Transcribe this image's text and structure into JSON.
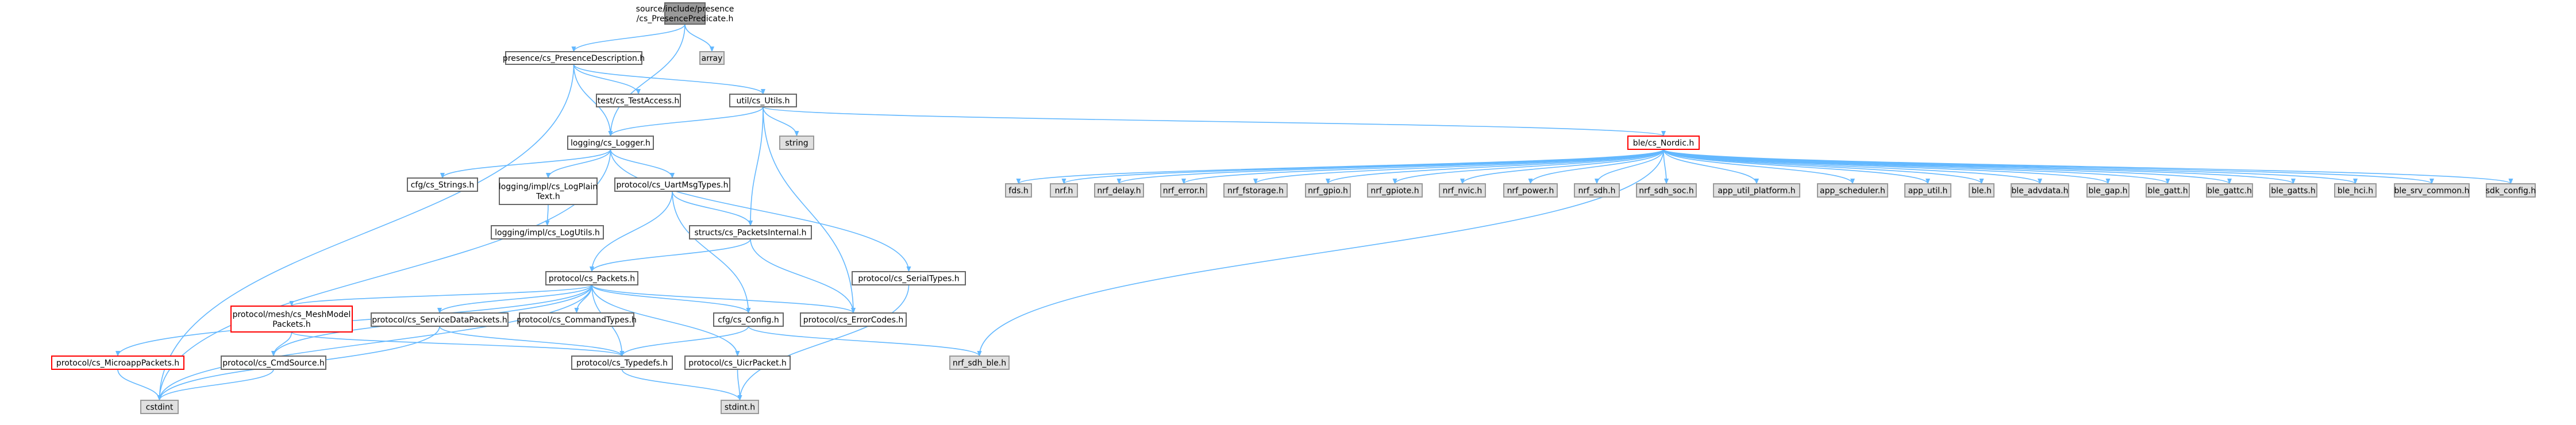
{
  "diagram": {
    "type": "include-dependency-graph",
    "colors": {
      "edge": "#63b8ff",
      "root_fill": "#999999",
      "root_border": "#666666",
      "doc_fill": "#ffffff",
      "doc_border": "#666666",
      "sys_fill": "#e0e0e0",
      "sys_border": "#999999",
      "red_border": "#ff0000"
    },
    "nodes": [
      {
        "id": "root",
        "kind": "root",
        "lines": [
          "source/include/presence",
          "/cs_PresencePredicate.h"
        ]
      },
      {
        "id": "array",
        "kind": "sys",
        "lines": [
          "array"
        ]
      },
      {
        "id": "presdesc",
        "kind": "doc",
        "lines": [
          "presence/cs_PresenceDescription.h"
        ]
      },
      {
        "id": "testaccess",
        "kind": "doc",
        "lines": [
          "test/cs_TestAccess.h"
        ]
      },
      {
        "id": "utils",
        "kind": "doc",
        "lines": [
          "util/cs_Utils.h"
        ]
      },
      {
        "id": "logger",
        "kind": "doc",
        "lines": [
          "logging/cs_Logger.h"
        ]
      },
      {
        "id": "string",
        "kind": "sys",
        "lines": [
          "string"
        ]
      },
      {
        "id": "nordic",
        "kind": "red",
        "lines": [
          "ble/cs_Nordic.h"
        ]
      },
      {
        "id": "strings",
        "kind": "doc",
        "lines": [
          "cfg/cs_Strings.h"
        ]
      },
      {
        "id": "logplain",
        "kind": "doc",
        "lines": [
          "logging/impl/cs_LogPlain",
          "Text.h"
        ]
      },
      {
        "id": "logutils",
        "kind": "doc",
        "lines": [
          "logging/impl/cs_LogUtils.h"
        ]
      },
      {
        "id": "uartmsg",
        "kind": "doc",
        "lines": [
          "protocol/cs_UartMsgTypes.h"
        ]
      },
      {
        "id": "pktinternal",
        "kind": "doc",
        "lines": [
          "structs/cs_PacketsInternal.h"
        ]
      },
      {
        "id": "serialtypes",
        "kind": "doc",
        "lines": [
          "protocol/cs_SerialTypes.h"
        ]
      },
      {
        "id": "packets",
        "kind": "doc",
        "lines": [
          "protocol/cs_Packets.h"
        ]
      },
      {
        "id": "meshmodel",
        "kind": "red",
        "lines": [
          "protocol/mesh/cs_MeshModel",
          "Packets.h"
        ]
      },
      {
        "id": "svcdata",
        "kind": "doc",
        "lines": [
          "protocol/cs_ServiceDataPackets.h"
        ]
      },
      {
        "id": "cmdtypes",
        "kind": "doc",
        "lines": [
          "protocol/cs_CommandTypes.h"
        ]
      },
      {
        "id": "config",
        "kind": "doc",
        "lines": [
          "cfg/cs_Config.h"
        ]
      },
      {
        "id": "errorcodes",
        "kind": "doc",
        "lines": [
          "protocol/cs_ErrorCodes.h"
        ]
      },
      {
        "id": "microapp",
        "kind": "red",
        "lines": [
          "protocol/cs_MicroappPackets.h"
        ]
      },
      {
        "id": "cmdsource",
        "kind": "doc",
        "lines": [
          "protocol/cs_CmdSource.h"
        ]
      },
      {
        "id": "typedefs",
        "kind": "doc",
        "lines": [
          "protocol/cs_Typedefs.h"
        ]
      },
      {
        "id": "uicr",
        "kind": "doc",
        "lines": [
          "protocol/cs_UicrPacket.h"
        ]
      },
      {
        "id": "cstdint",
        "kind": "sys",
        "lines": [
          "cstdint"
        ]
      },
      {
        "id": "stdint",
        "kind": "sys",
        "lines": [
          "stdint.h"
        ]
      },
      {
        "id": "nrfsdhble",
        "kind": "sys",
        "lines": [
          "nrf_sdh_ble.h"
        ]
      },
      {
        "id": "fds",
        "kind": "sys",
        "lines": [
          "fds.h"
        ]
      },
      {
        "id": "nrf",
        "kind": "sys",
        "lines": [
          "nrf.h"
        ]
      },
      {
        "id": "nrfdelay",
        "kind": "sys",
        "lines": [
          "nrf_delay.h"
        ]
      },
      {
        "id": "nrferror",
        "kind": "sys",
        "lines": [
          "nrf_error.h"
        ]
      },
      {
        "id": "nrffstorage",
        "kind": "sys",
        "lines": [
          "nrf_fstorage.h"
        ]
      },
      {
        "id": "nrfgpio",
        "kind": "sys",
        "lines": [
          "nrf_gpio.h"
        ]
      },
      {
        "id": "nrfgpiote",
        "kind": "sys",
        "lines": [
          "nrf_gpiote.h"
        ]
      },
      {
        "id": "nrfnvic",
        "kind": "sys",
        "lines": [
          "nrf_nvic.h"
        ]
      },
      {
        "id": "nrfpower",
        "kind": "sys",
        "lines": [
          "nrf_power.h"
        ]
      },
      {
        "id": "nrfsdh",
        "kind": "sys",
        "lines": [
          "nrf_sdh.h"
        ]
      },
      {
        "id": "nrfsdhsoc",
        "kind": "sys",
        "lines": [
          "nrf_sdh_soc.h"
        ]
      },
      {
        "id": "apputilplat",
        "kind": "sys",
        "lines": [
          "app_util_platform.h"
        ]
      },
      {
        "id": "appsched",
        "kind": "sys",
        "lines": [
          "app_scheduler.h"
        ]
      },
      {
        "id": "apputil",
        "kind": "sys",
        "lines": [
          "app_util.h"
        ]
      },
      {
        "id": "ble",
        "kind": "sys",
        "lines": [
          "ble.h"
        ]
      },
      {
        "id": "bleadv",
        "kind": "sys",
        "lines": [
          "ble_advdata.h"
        ]
      },
      {
        "id": "blegap",
        "kind": "sys",
        "lines": [
          "ble_gap.h"
        ]
      },
      {
        "id": "blegatt",
        "kind": "sys",
        "lines": [
          "ble_gatt.h"
        ]
      },
      {
        "id": "blegattc",
        "kind": "sys",
        "lines": [
          "ble_gattc.h"
        ]
      },
      {
        "id": "blegatts",
        "kind": "sys",
        "lines": [
          "ble_gatts.h"
        ]
      },
      {
        "id": "blehci",
        "kind": "sys",
        "lines": [
          "ble_hci.h"
        ]
      },
      {
        "id": "blesrv",
        "kind": "sys",
        "lines": [
          "ble_srv_common.h"
        ]
      },
      {
        "id": "sdkconfig",
        "kind": "sys",
        "lines": [
          "sdk_config.h"
        ]
      }
    ],
    "edges": [
      [
        "root",
        "presdesc"
      ],
      [
        "root",
        "array"
      ],
      [
        "root",
        "logger"
      ],
      [
        "presdesc",
        "testaccess"
      ],
      [
        "presdesc",
        "utils"
      ],
      [
        "presdesc",
        "logger"
      ],
      [
        "presdesc",
        "cstdint"
      ],
      [
        "utils",
        "logger"
      ],
      [
        "utils",
        "string"
      ],
      [
        "utils",
        "nordic"
      ],
      [
        "utils",
        "pktinternal"
      ],
      [
        "utils",
        "errorcodes"
      ],
      [
        "logger",
        "strings"
      ],
      [
        "logger",
        "logplain"
      ],
      [
        "logger",
        "uartmsg"
      ],
      [
        "logger",
        "serialtypes"
      ],
      [
        "logger",
        "cstdint"
      ],
      [
        "logplain",
        "logutils"
      ],
      [
        "uartmsg",
        "pktinternal"
      ],
      [
        "uartmsg",
        "packets"
      ],
      [
        "uartmsg",
        "config"
      ],
      [
        "pktinternal",
        "packets"
      ],
      [
        "pktinternal",
        "errorcodes"
      ],
      [
        "serialtypes",
        "stdint"
      ],
      [
        "packets",
        "microapp"
      ],
      [
        "packets",
        "cmdsource"
      ],
      [
        "packets",
        "meshmodel"
      ],
      [
        "packets",
        "svcdata"
      ],
      [
        "packets",
        "cmdtypes"
      ],
      [
        "packets",
        "config"
      ],
      [
        "packets",
        "errorcodes"
      ],
      [
        "packets",
        "typedefs"
      ],
      [
        "packets",
        "uicr"
      ],
      [
        "packets",
        "cstdint"
      ],
      [
        "meshmodel",
        "cmdsource"
      ],
      [
        "meshmodel",
        "typedefs"
      ],
      [
        "svcdata",
        "typedefs"
      ],
      [
        "svcdata",
        "cstdint"
      ],
      [
        "config",
        "typedefs"
      ],
      [
        "config",
        "nrfsdhble"
      ],
      [
        "microapp",
        "cstdint"
      ],
      [
        "cmdsource",
        "cstdint"
      ],
      [
        "typedefs",
        "stdint"
      ],
      [
        "uicr",
        "stdint"
      ],
      [
        "nordic",
        "fds"
      ],
      [
        "nordic",
        "nrf"
      ],
      [
        "nordic",
        "nrfdelay"
      ],
      [
        "nordic",
        "nrferror"
      ],
      [
        "nordic",
        "nrffstorage"
      ],
      [
        "nordic",
        "nrfgpio"
      ],
      [
        "nordic",
        "nrfgpiote"
      ],
      [
        "nordic",
        "nrfnvic"
      ],
      [
        "nordic",
        "nrfpower"
      ],
      [
        "nordic",
        "nrfsdh"
      ],
      [
        "nordic",
        "nrfsdhsoc"
      ],
      [
        "nordic",
        "apputilplat"
      ],
      [
        "nordic",
        "appsched"
      ],
      [
        "nordic",
        "apputil"
      ],
      [
        "nordic",
        "ble"
      ],
      [
        "nordic",
        "bleadv"
      ],
      [
        "nordic",
        "blegap"
      ],
      [
        "nordic",
        "blegatt"
      ],
      [
        "nordic",
        "blegattc"
      ],
      [
        "nordic",
        "blegatts"
      ],
      [
        "nordic",
        "blehci"
      ],
      [
        "nordic",
        "blesrv"
      ],
      [
        "nordic",
        "sdkconfig"
      ],
      [
        "nordic",
        "nrfsdhble"
      ]
    ]
  }
}
